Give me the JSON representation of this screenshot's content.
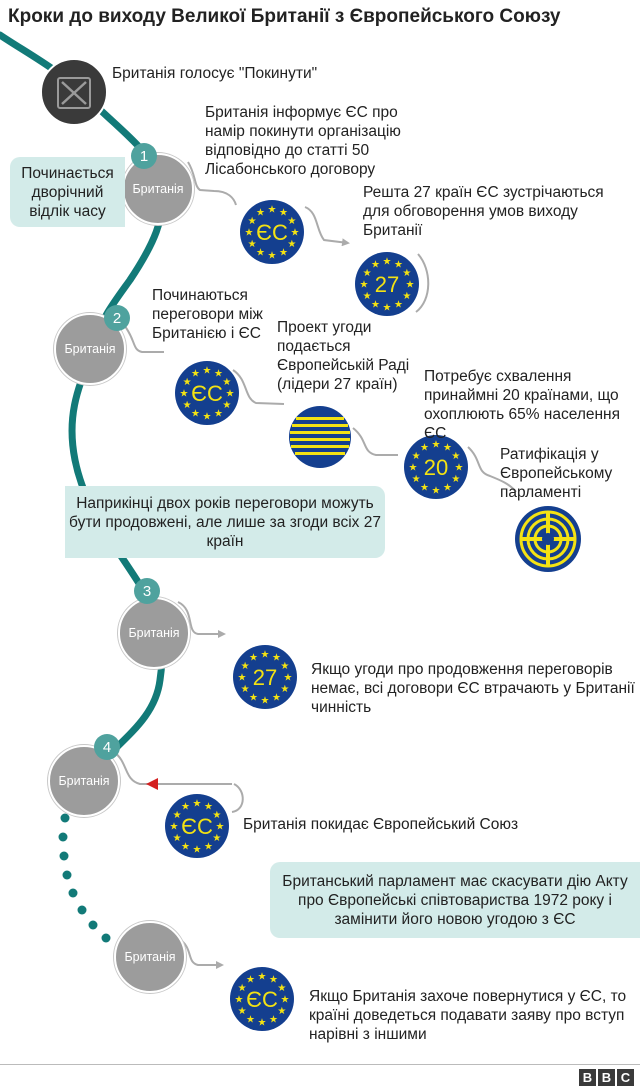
{
  "title": "Кроки до виходу Великої Британії з Європейського Союзу",
  "nodes": {
    "britain": "Британія",
    "step1": "1",
    "step2": "2",
    "step3": "3",
    "step4": "4"
  },
  "icons": {
    "vote": "ballot-x-icon",
    "eu": "eu-flag-icon",
    "council": "striped-circle-icon",
    "parliament": "parliament-icon"
  },
  "badges": {
    "eu": "ЄС",
    "n27": "27",
    "n20": "20"
  },
  "texts": {
    "vote": "Британія голосує \"Покинути\"",
    "inform": "Британія інформує ЄС про намір покинути організацію відповідно до статті 50 Лісабонського договору",
    "meet27": "Решта 27 країн ЄС зустрічаються для обговорення  умов виходу Британії",
    "negotiations": "Починаються переговори між Британією і ЄС",
    "draft": "Проект угоди подається Європейській Раді (лідери 27 країн)",
    "approval": "Потребує схвалення принаймні 20 країнами, що охоплюють 65% населення ЄС",
    "ratification": "Ратифікація у Європейському парламенті",
    "no_extension": "Якщо угоди про продовження переговорів немає, всі договори ЄС втрачають у Британії чинність",
    "leaves": "Британія покидає Європейський Союз",
    "rejoin": "Якщо Британія захоче повернутися у ЄС, то країні доведеться подавати заяву про вступ нарівні з іншими"
  },
  "callouts": {
    "countdown": "Починається дворічний відлік часу",
    "extension": "Наприкінці двох років переговори можуть бути продовжені, але лише за згоди всіх 27 країн",
    "repeal": "Британський парламент має скасувати дію Акту про Європейські співтовариства 1972 року і замінити його новою угодою з ЄС"
  },
  "footer": {
    "b1": "B",
    "b2": "B",
    "b3": "C"
  },
  "colors": {
    "teal": "#127a78",
    "light_teal": "#d3ebe9",
    "step": "#4fa29e",
    "node": "#9c9c9c",
    "eu_blue": "#143f8f",
    "eu_yellow": "#f3e213",
    "arrow_red": "#d42020"
  }
}
